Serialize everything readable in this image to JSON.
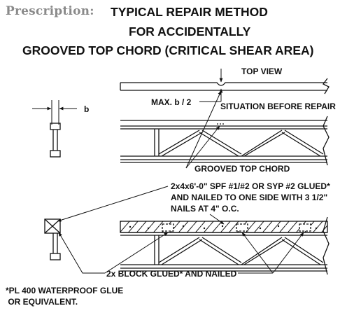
{
  "header": {
    "label": "Prescription:",
    "title_lines": [
      "TYPICAL REPAIR METHOD",
      "FOR ACCIDENTALLY",
      "GROOVED TOP CHORD (CRITICAL SHEAR AREA)"
    ]
  },
  "labels": {
    "top_view": "TOP VIEW",
    "max_groove": "MAX. b / 2",
    "situation": "SITUATION BEFORE REPAIR",
    "width_b": "b",
    "grooved_chord": "GROOVED TOP CHORD",
    "repair_line1": "2x4x6'-0\" SPF #1/#2 OR SYP #2 GLUED*",
    "repair_line2": "AND NAILED TO ONE SIDE WITH 3 1/2\"",
    "repair_line3": "NAILS AT 4\" O.C.",
    "block": "2x BLOCK GLUED* AND NAILED"
  },
  "footnote": {
    "line1": "*PL 400 WATERPROOF GLUE",
    "line2": " OR EQUIVALENT."
  }
}
